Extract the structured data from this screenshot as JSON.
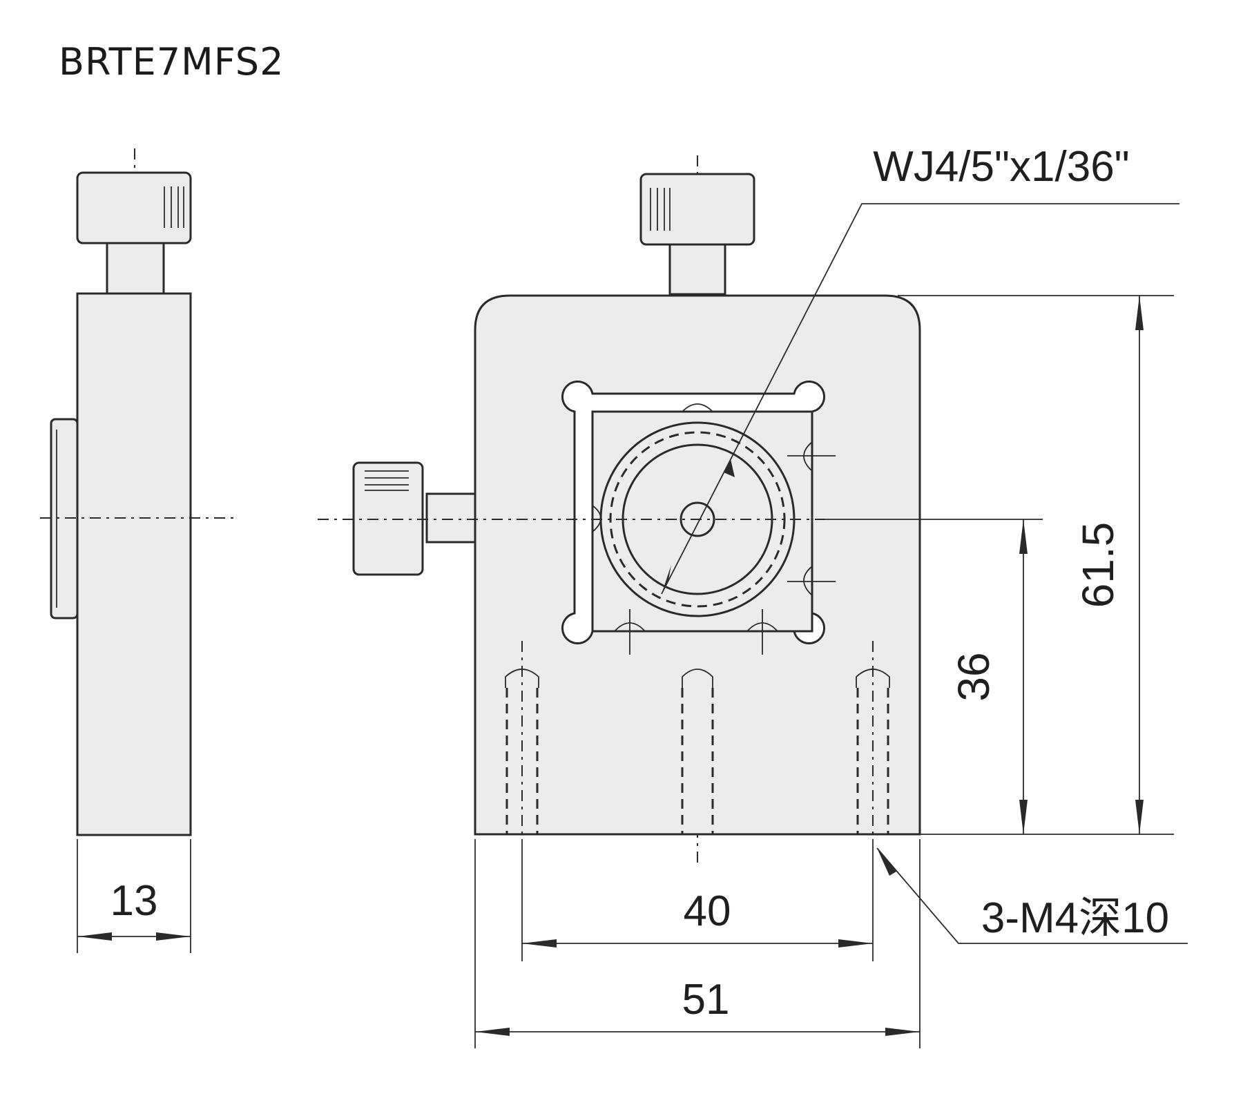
{
  "title": "BRTE7MFS2",
  "labels": {
    "thread_spec": "WJ4/5\"x1/36\"",
    "side_thickness": "13",
    "hole_spacing": "40",
    "base_width": "51",
    "total_height": "61.5",
    "center_height": "36",
    "mount_holes": "3-M4深10"
  }
}
